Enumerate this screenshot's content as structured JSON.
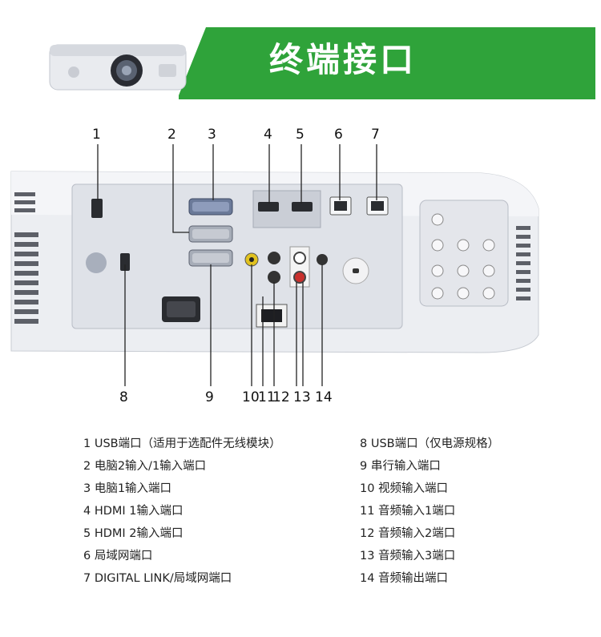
{
  "banner": {
    "title": "终端接口"
  },
  "callouts": [
    "1",
    "2",
    "3",
    "4",
    "5",
    "6",
    "7",
    "8",
    "9",
    "10",
    "11",
    "12",
    "13",
    "14"
  ],
  "legend_left": [
    "1 USB端口（适用于选配件无线模块）",
    "2 电脑2输入/1输入端口",
    "3 电脑1输入端口",
    "4 HDMI 1输入端口",
    "5 HDMI 2输入端口",
    "6 局域网端口",
    "7 DIGITAL LINK/局域网端口"
  ],
  "legend_right": [
    "8 USB端口（仅电源规格）",
    "9 串行输入端口",
    "10 视频输入端口",
    "11 音频输入1端口",
    "12 音频输入2端口",
    "13 音频输入3端口",
    "14 音频输出端口"
  ],
  "colors": {
    "banner_green": "#2fa33a",
    "panel_gray": "#dfe2e8"
  }
}
